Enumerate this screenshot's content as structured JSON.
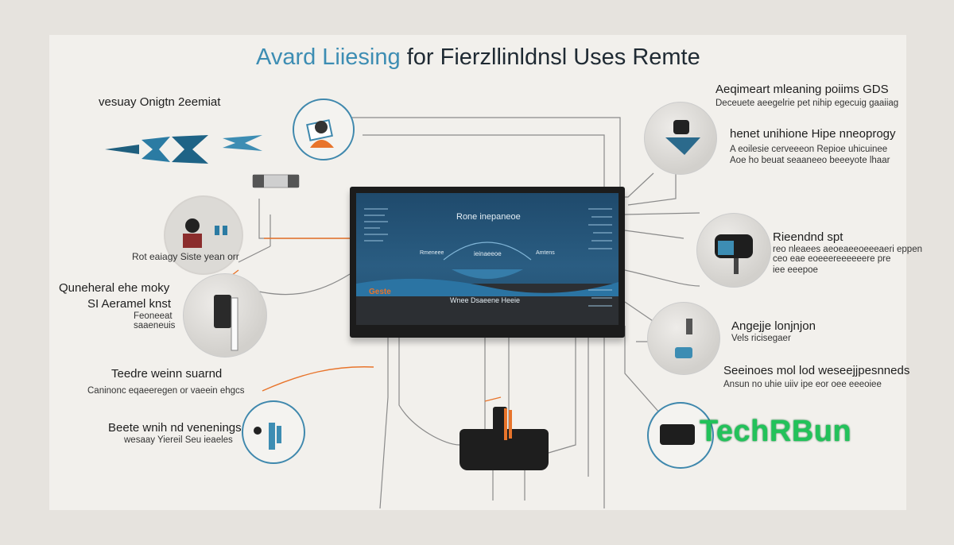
{
  "title_part1": "Avard Liiesing",
  "title_part2": "for Fierzllinldnsl Uses Remte",
  "left_labels": {
    "l1": "vesuay Onigtn 2eemiat",
    "l2": "Rot eaiagy Siste yean orr",
    "l3a": "Quneheral ehe moky",
    "l3b": "SI Aeramel knst",
    "l3c": "Feoneeat",
    "l3d": "saaeneuis",
    "l4a": "Teedre weinn suarnd",
    "l4b": "Caninonc eqaeeregen or vaeein ehgcs",
    "l5a": "Beete wnih nd venenings",
    "l5b": "wesaay Yiereil Seu ieaeles"
  },
  "right_labels": {
    "r1a": "Aeqimeart mleaning poiims GDS",
    "r1b": "Deceuete aeegelrie pet nihip egecuig gaaiiag",
    "r2a": "henet unihione Hipe nneoprogy",
    "r2b": "A eoilesie cerveeeon Repioe uhicuinee",
    "r2c": "Aoe ho beuat seaaneeo beeeyote lhaar",
    "r3a": "Rieendnd spt",
    "r3b": "reo nleaees aeoeaeeoeeeaeri eppen",
    "r3c": "ceo eae eoeeereeeeeere pre",
    "r3d": "iee eeepoe",
    "r4a": "Angejje lonjnjon",
    "r4b": "Vels ricisegaer",
    "r5a": "Seeinoes mol lod weseejjpesnneds",
    "r5b": "Ansun no uhie uiiv ipe eor oee eeeoiee"
  },
  "screen": {
    "title": "Rone inepaneoe",
    "center": "ieinaeeoe",
    "left": "Rmeneee",
    "right": "Amtens",
    "orange": "Geste",
    "bottom": "Wnee Dsaeene Heeie"
  },
  "watermark": "TechRBun",
  "colors": {
    "accent_blue": "#3d8db3",
    "orange": "#e8742b",
    "watermark_green": "#22c25a"
  }
}
